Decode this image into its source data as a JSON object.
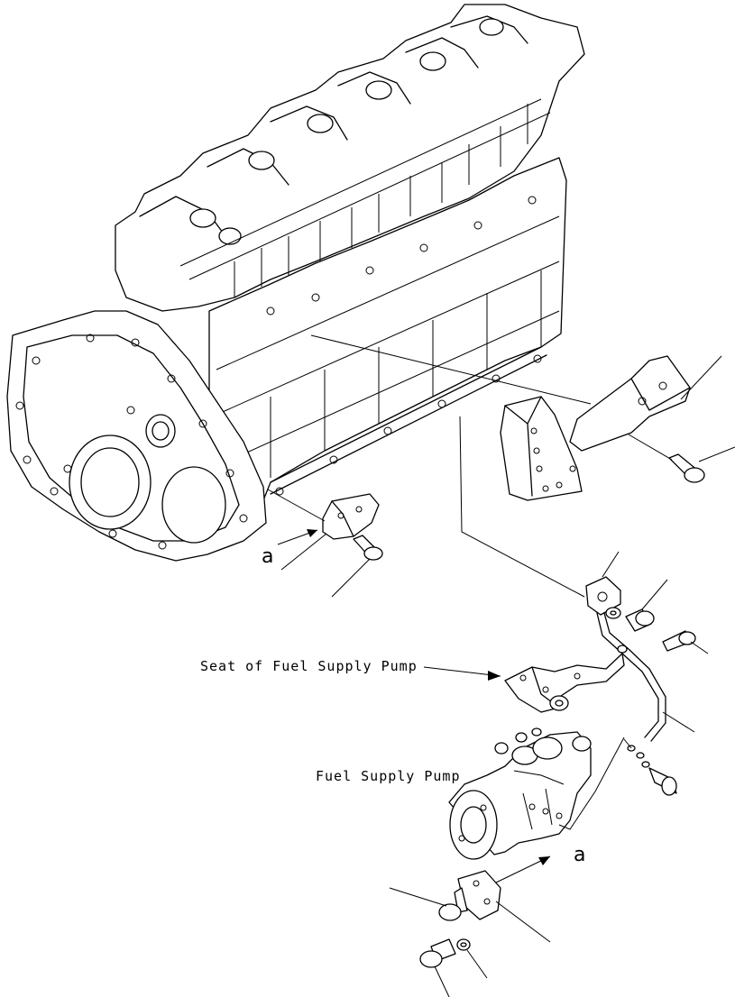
{
  "labels": {
    "seat": "Seat of Fuel Supply Pump",
    "pump": "Fuel Supply Pump",
    "view_a_left": "a",
    "view_a_right": "a"
  }
}
